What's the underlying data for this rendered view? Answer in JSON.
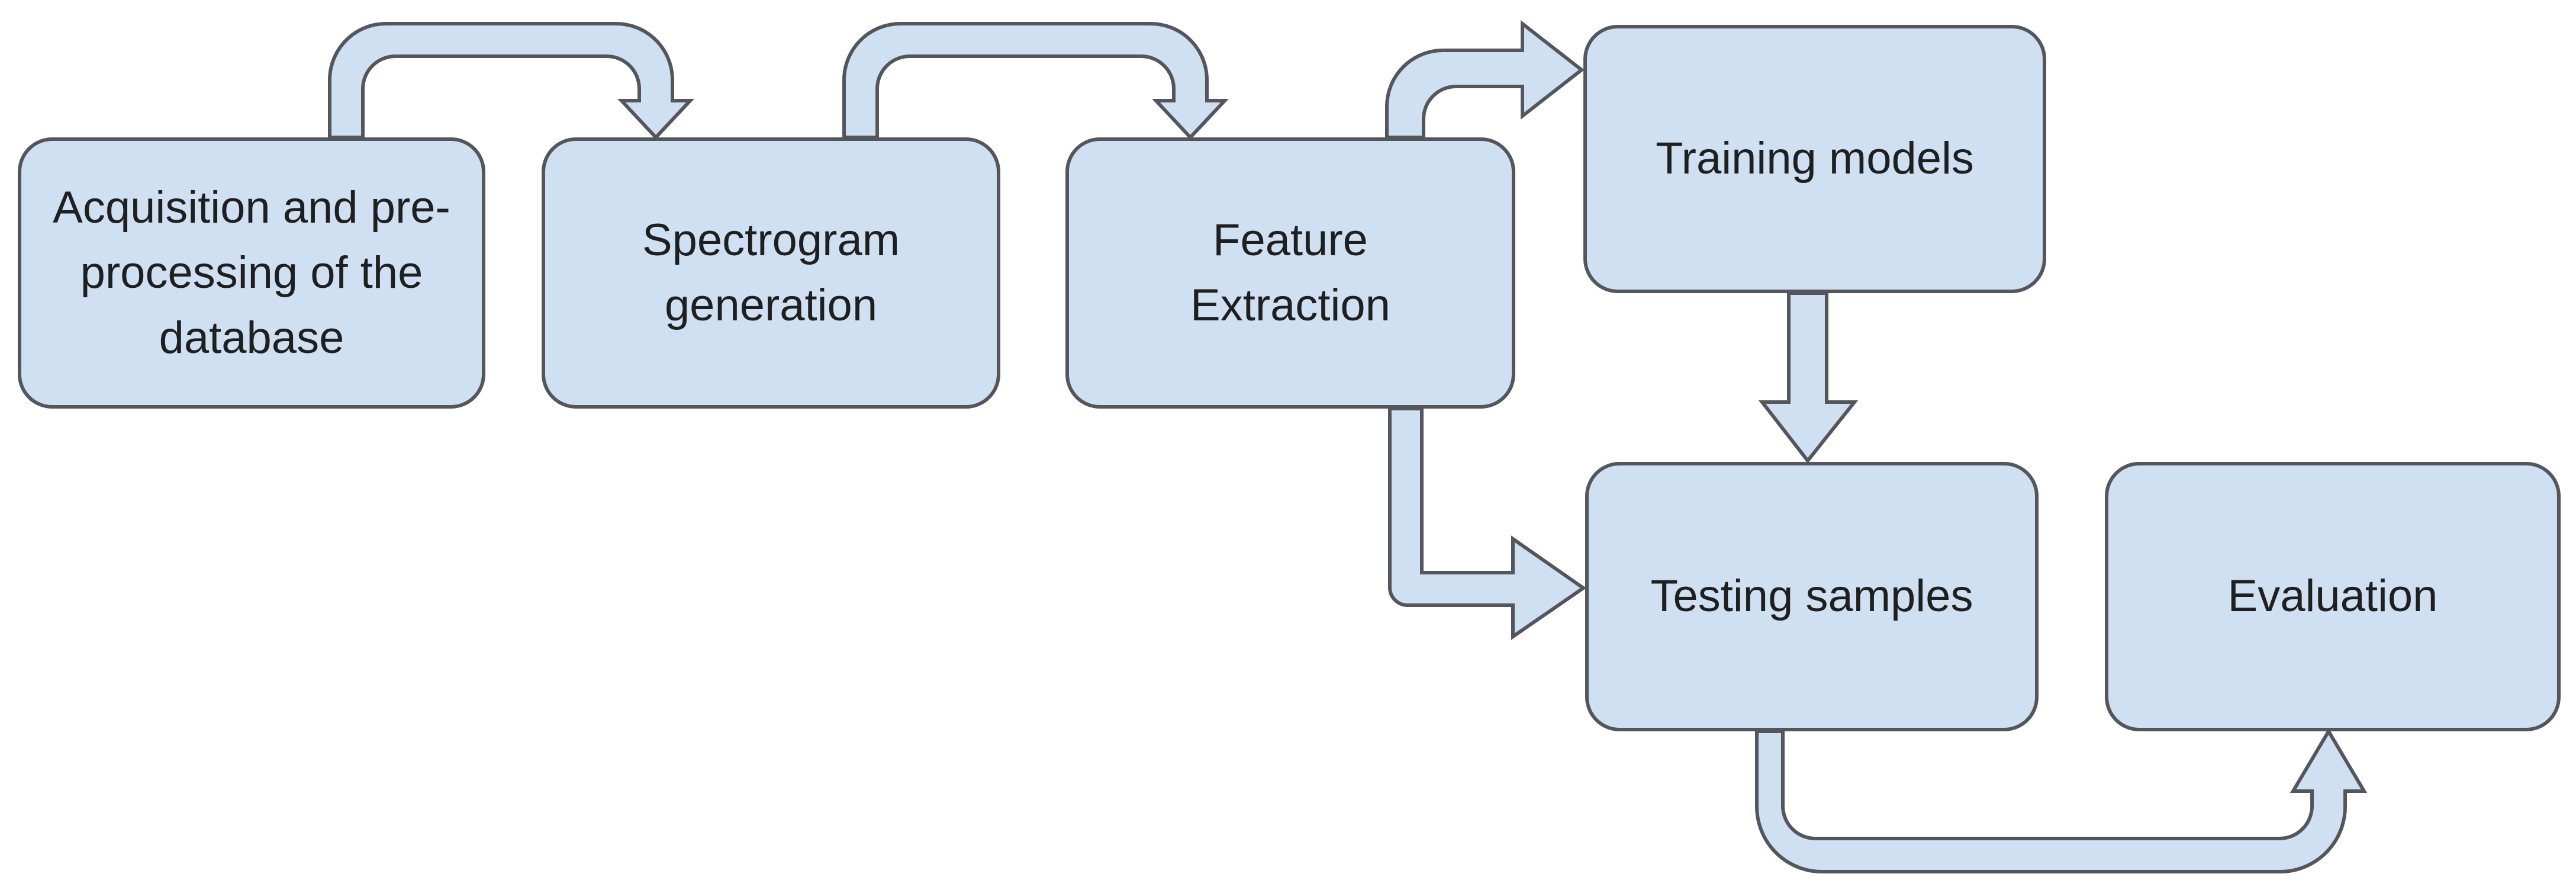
{
  "diagram": {
    "type": "flowchart",
    "nodes": [
      {
        "id": "acquisition",
        "label": "Acquisition and pre-processing of the database"
      },
      {
        "id": "spectrogram",
        "label": "Spectrogram generation"
      },
      {
        "id": "feature",
        "label": "Feature Extraction"
      },
      {
        "id": "training",
        "label": "Training models"
      },
      {
        "id": "testing",
        "label": "Testing samples"
      },
      {
        "id": "evaluation",
        "label": "Evaluation"
      }
    ],
    "edges": [
      {
        "from": "acquisition",
        "to": "spectrogram"
      },
      {
        "from": "spectrogram",
        "to": "feature"
      },
      {
        "from": "feature",
        "to": "training"
      },
      {
        "from": "training",
        "to": "testing"
      },
      {
        "from": "feature",
        "to": "testing"
      },
      {
        "from": "testing",
        "to": "evaluation"
      }
    ],
    "colors": {
      "node_fill": "#cfe0f2",
      "node_border": "#54565b",
      "text": "#1f1f1f",
      "background": "#ffffff"
    }
  }
}
